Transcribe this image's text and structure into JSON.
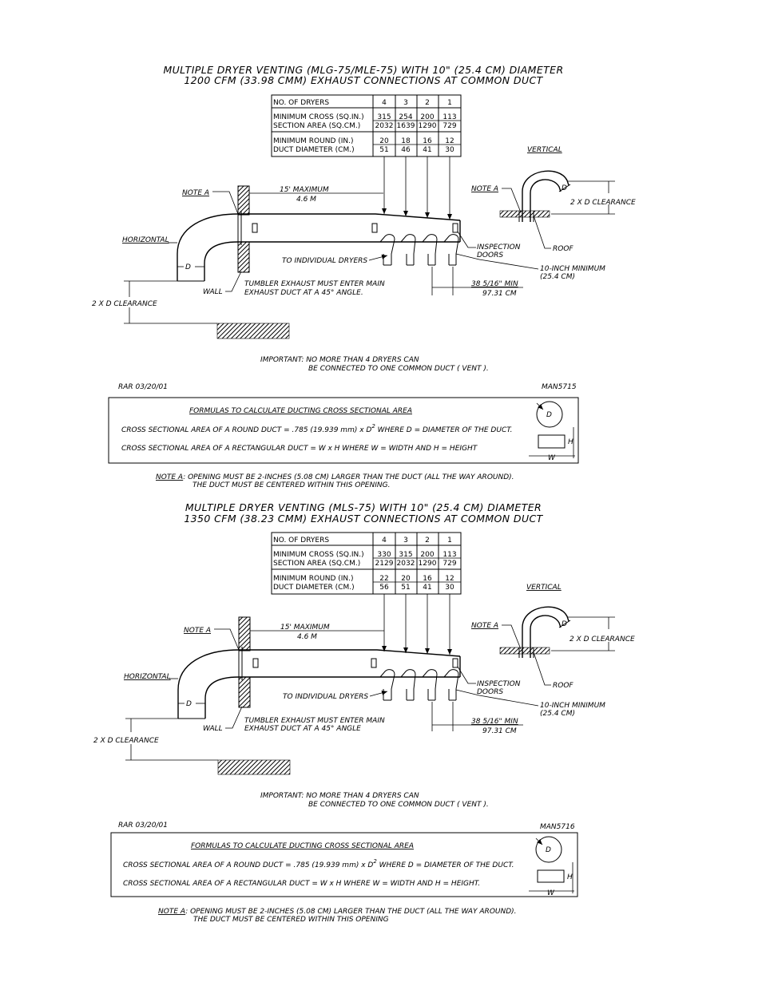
{
  "panels": [
    {
      "title_line1": "MULTIPLE DRYER VENTING (MLG-75/MLE-75) WITH 10\" (25.4 CM) DIAMETER",
      "title_line2": "1200 CFM (33.98 CMM) EXHAUST CONNECTIONS AT COMMON DUCT",
      "table": {
        "header_label": "NO. OF DRYERS",
        "columns": [
          "4",
          "3",
          "2",
          "1"
        ],
        "row1_label_a": "MINIMUM CROSS (SQ.IN.)",
        "row1_label_b": "SECTION AREA (SQ.CM.)",
        "row1_values_a": [
          "315",
          "254",
          "200",
          "113"
        ],
        "row1_values_b": [
          "2032",
          "1639",
          "1290",
          "729"
        ],
        "row2_label_a": "MINIMUM ROUND (IN.)",
        "row2_label_b": "DUCT DIAMETER (CM.)",
        "row2_values_a": [
          "20",
          "18",
          "16",
          "12"
        ],
        "row2_values_b": [
          "51",
          "46",
          "41",
          "30"
        ]
      },
      "labels": {
        "vertical": "VERTICAL",
        "horizontal": "HORIZONTAL",
        "note_a_left": "NOTE A",
        "note_a_right": "NOTE A",
        "max_length": "15' MAXIMUM",
        "max_length_metric": "4.6 M",
        "clearance_right": "2 X D CLEARANCE",
        "clearance_left": "2 X D CLEARANCE",
        "d": "D",
        "d_vertical": "D",
        "roof": "ROOF",
        "inspection_1": "INSPECTION",
        "inspection_2": "DOORS",
        "to_dryers": "TO INDIVIDUAL DRYERS",
        "wall": "WALL",
        "tumbler_1": "TUMBLER EXHAUST MUST ENTER MAIN",
        "tumbler_2": "EXHAUST DUCT AT A 45° ANGLE.",
        "min_inch_1": "10-INCH MINIMUM",
        "min_inch_2": "(25.4 CM)",
        "spacing": "38 5/16\" MIN",
        "spacing_metric": "97.31 CM",
        "important_1": "IMPORTANT: NO MORE THAN 4 DRYERS CAN",
        "important_2": "BE CONNECTED TO ONE COMMON DUCT ( VENT ).",
        "rar": "RAR 03/20/01",
        "man": "MAN5715"
      },
      "formulas": {
        "title": "FORMULAS TO CALCULATE DUCTING CROSS SECTIONAL AREA",
        "round_prefix": "CROSS SECTIONAL AREA OF A ROUND DUCT = .785 (19.939 mm) x D",
        "round_exp": "2",
        "round_suffix": " WHERE D = DIAMETER OF THE DUCT.",
        "rect": "CROSS SECTIONAL AREA OF A RECTANGULAR DUCT = W x H WHERE W = WIDTH AND H = HEIGHT",
        "d": "D",
        "h": "H",
        "w": "W"
      },
      "note_a_label": "NOTE A",
      "note_a_text1": ": OPENING MUST BE 2-INCHES (5.08 CM) LARGER THAN THE DUCT (ALL THE WAY AROUND).",
      "note_a_text2": "THE DUCT MUST BE CENTERED WITHIN THIS OPENING."
    },
    {
      "title_line1": "MULTIPLE DRYER VENTING (MLS-75) WITH 10\" (25.4 CM) DIAMETER",
      "title_line2": "1350 CFM (38.23 CMM) EXHAUST CONNECTIONS AT COMMON DUCT",
      "table": {
        "header_label": "NO. OF DRYERS",
        "columns": [
          "4",
          "3",
          "2",
          "1"
        ],
        "row1_label_a": "MINIMUM CROSS (SQ.IN.)",
        "row1_label_b": "SECTION AREA (SQ.CM.)",
        "row1_values_a": [
          "330",
          "315",
          "200",
          "113"
        ],
        "row1_values_b": [
          "2129",
          "2032",
          "1290",
          "729"
        ],
        "row2_label_a": "MINIMUM ROUND (IN.)",
        "row2_label_b": "DUCT DIAMETER (CM.)",
        "row2_values_a": [
          "22",
          "20",
          "16",
          "12"
        ],
        "row2_values_b": [
          "56",
          "51",
          "41",
          "30"
        ]
      },
      "labels": {
        "vertical": "VERTICAL",
        "horizontal": "HORIZONTAL",
        "note_a_left": "NOTE A",
        "note_a_right": "NOTE A",
        "max_length": "15' MAXIMUM",
        "max_length_metric": "4.6 M",
        "clearance_right": "2 X D CLEARANCE",
        "clearance_left": "2 X D CLEARANCE",
        "d": "D",
        "d_vertical": "D",
        "roof": "ROOF",
        "inspection_1": "INSPECTION",
        "inspection_2": "DOORS",
        "to_dryers": "TO INDIVIDUAL DRYERS",
        "wall": "WALL",
        "tumbler_1": "TUMBLER EXHAUST MUST ENTER MAIN",
        "tumbler_2": "EXHAUST DUCT AT A 45° ANGLE",
        "min_inch_1": "10-INCH MINIMUM",
        "min_inch_2": "(25.4 CM)",
        "spacing": "38 5/16\" MIN",
        "spacing_metric": "97.31 CM",
        "important_1": "IMPORTANT: NO MORE THAN 4 DRYERS CAN",
        "important_2": "BE CONNECTED TO ONE COMMON DUCT ( VENT ).",
        "rar": "RAR 03/20/01",
        "man": "MAN5716"
      },
      "formulas": {
        "title": "FORMULAS TO CALCULATE DUCTING CROSS SECTIONAL AREA",
        "round_prefix": "CROSS SECTIONAL AREA OF A ROUND DUCT = .785 (19.939 mm) x D",
        "round_exp": "2",
        "round_suffix": " WHERE D = DIAMETER OF THE DUCT.",
        "rect": "CROSS SECTIONAL AREA OF A RECTANGULAR DUCT = W x H WHERE W = WIDTH AND H = HEIGHT.",
        "d": "D",
        "h": "H",
        "w": "W"
      },
      "note_a_label": "NOTE A",
      "note_a_text1": ": OPENING MUST BE 2-INCHES (5.08 CM) LARGER THAN THE DUCT (ALL THE WAY AROUND).",
      "note_a_text2": "THE DUCT MUST BE CENTERED WITHIN THIS OPENING"
    }
  ]
}
